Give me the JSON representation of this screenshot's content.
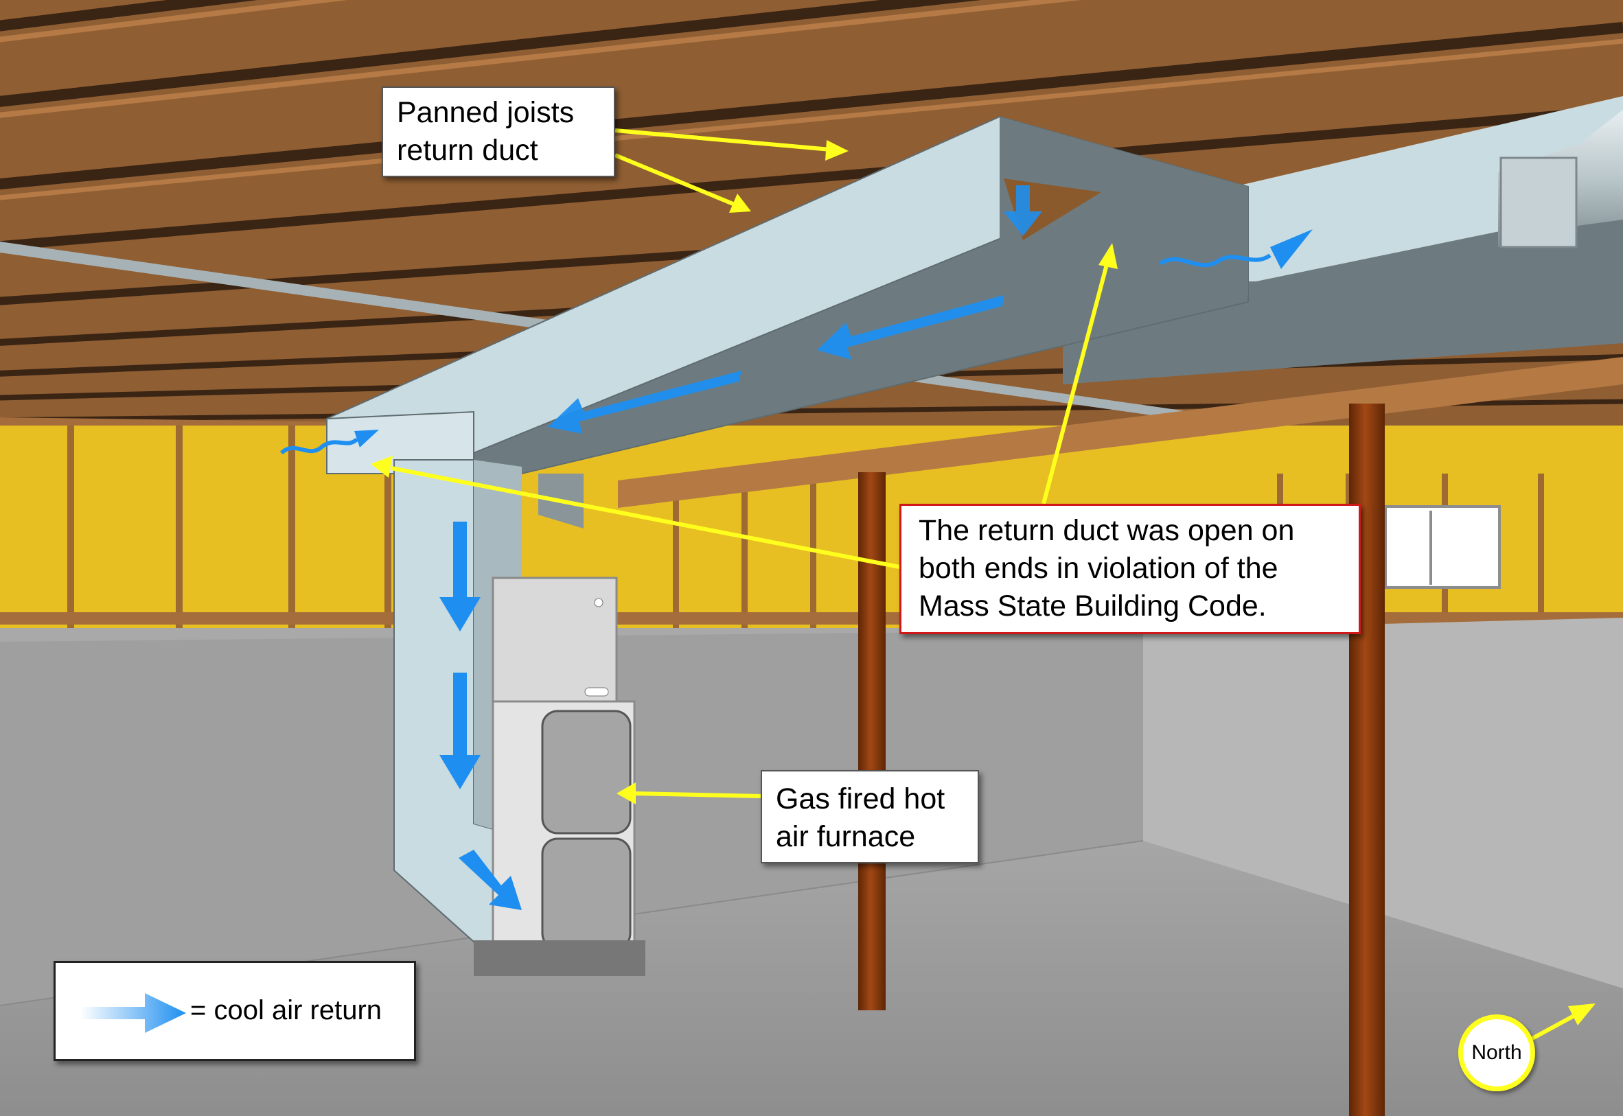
{
  "callouts": {
    "panned_joists": {
      "lines": [
        "Panned joists",
        "return duct"
      ]
    },
    "violation": {
      "lines": [
        "The return duct was open on",
        "both ends in violation of the",
        "Mass State Building Code."
      ]
    },
    "furnace": {
      "lines": [
        "Gas fired hot",
        "air furnace"
      ]
    }
  },
  "legend": {
    "label": "= cool air return"
  },
  "compass": {
    "label": "North"
  },
  "colors": {
    "joist_wood": "#9a6434",
    "joist_dark": "#3a2414",
    "insulation": "#e8bf22",
    "floor": "#9b9b9b",
    "wall": "#b4b4b4",
    "duct": "#c9dce2",
    "duct_side": "#6d7b80",
    "post": "#8a3a0c",
    "annotation_arrow": "#ffff1e",
    "airflow_arrow": "#1e8ff0",
    "violation_border": "#d01818"
  },
  "icons": {
    "airflow": "gradient-arrow-icon",
    "wavy_air": "wavy-arrow-icon",
    "north": "north-arrow-icon"
  }
}
